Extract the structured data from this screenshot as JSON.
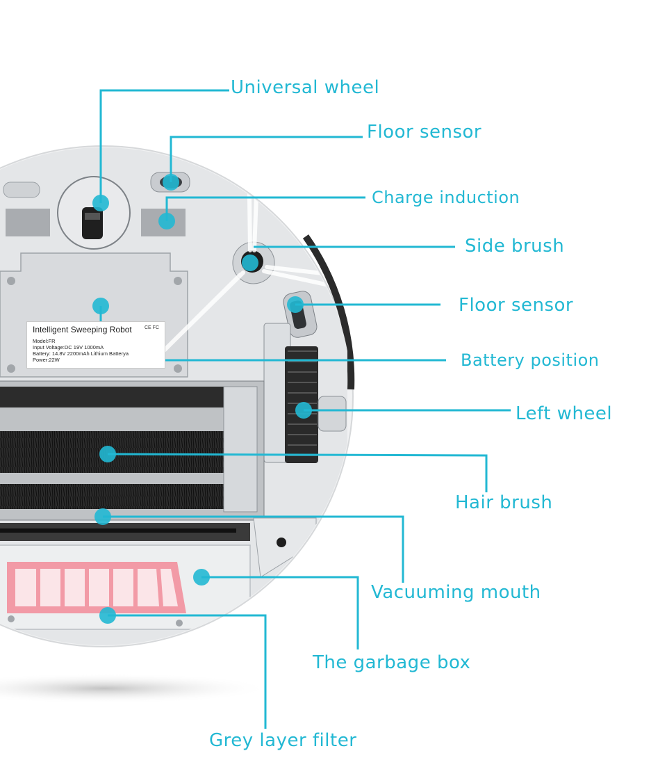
{
  "colors": {
    "accent": "#22b8d3",
    "robot_body": "#e4e6e8",
    "robot_rim": "#f4f5f6",
    "dark_parts": "#2a2a2a",
    "filter_pink": "#f29aa6"
  },
  "sticker": {
    "title": "Intelligent Sweeping Robot",
    "marks": "CE FC",
    "lines": [
      "Model:FR",
      "Input Voltage:DC 19V 1000mA",
      "Battery: 14.8V 2200mAh Lithium Batterya",
      "Power:22W"
    ]
  },
  "callouts": [
    {
      "id": "universal-wheel",
      "label": "Universal wheel"
    },
    {
      "id": "floor-sensor-top",
      "label": "Floor sensor"
    },
    {
      "id": "charge-induction",
      "label": "Charge induction"
    },
    {
      "id": "side-brush",
      "label": "Side brush"
    },
    {
      "id": "floor-sensor-right",
      "label": "Floor sensor"
    },
    {
      "id": "battery-position",
      "label": "Battery position"
    },
    {
      "id": "left-wheel",
      "label": "Left wheel"
    },
    {
      "id": "hair-brush",
      "label": "Hair brush"
    },
    {
      "id": "vacuuming-mouth",
      "label": "Vacuuming mouth"
    },
    {
      "id": "garbage-box",
      "label": "The garbage box"
    },
    {
      "id": "grey-layer-filter",
      "label": "Grey layer filter"
    }
  ]
}
